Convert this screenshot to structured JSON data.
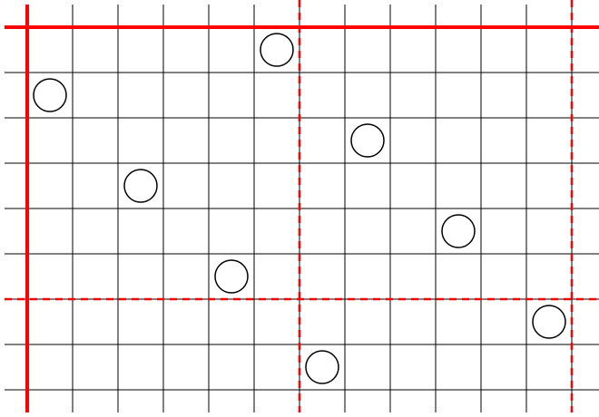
{
  "colors": {
    "background": "#ffffff",
    "grid": "#000000",
    "accent": "#ff0000",
    "circle_stroke": "#000000",
    "circle_fill": "#ffffff"
  },
  "board": {
    "columns": 13,
    "rows": 9,
    "solid_red_lines": [
      "left-vertical",
      "top-horizontal"
    ],
    "dashed_red_lines": [
      {
        "orientation": "vertical",
        "after_column": 6
      },
      {
        "orientation": "vertical",
        "after_column": 12
      },
      {
        "orientation": "horizontal",
        "after_row": 6
      }
    ],
    "pieces": [
      {
        "column": 6,
        "row": 1
      },
      {
        "column": 1,
        "row": 2
      },
      {
        "column": 8,
        "row": 3
      },
      {
        "column": 3,
        "row": 4
      },
      {
        "column": 10,
        "row": 5
      },
      {
        "column": 5,
        "row": 6
      },
      {
        "column": 12,
        "row": 7
      },
      {
        "column": 7,
        "row": 8
      }
    ]
  }
}
